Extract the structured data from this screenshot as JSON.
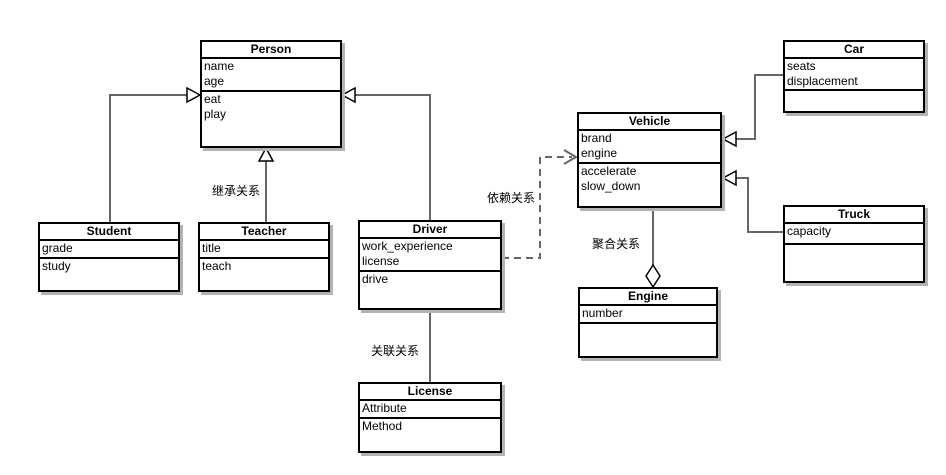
{
  "diagram": {
    "type": "uml-class-diagram",
    "colors": {
      "background": "#ffffff",
      "box_border": "#000000",
      "box_shadow": "#b3b3b3",
      "connector_line": "#666666"
    },
    "classes": {
      "person": {
        "name": "Person",
        "attributes": [
          "name",
          "age"
        ],
        "methods": [
          "eat",
          "play"
        ]
      },
      "student": {
        "name": "Student",
        "attributes": [
          "grade"
        ],
        "methods": [
          "study"
        ]
      },
      "teacher": {
        "name": "Teacher",
        "attributes": [
          "title"
        ],
        "methods": [
          "teach"
        ]
      },
      "driver": {
        "name": "Driver",
        "attributes": [
          "work_experience",
          "license"
        ],
        "methods": [
          "drive"
        ]
      },
      "license": {
        "name": "License",
        "attributes": [
          "Attribute"
        ],
        "methods": [
          "Method"
        ]
      },
      "vehicle": {
        "name": "Vehicle",
        "attributes": [
          "brand",
          "engine"
        ],
        "methods": [
          "accelerate",
          "slow_down"
        ]
      },
      "engine": {
        "name": "Engine",
        "attributes": [
          "number"
        ],
        "methods": []
      },
      "car": {
        "name": "Car",
        "attributes": [
          "seats",
          "displacement"
        ],
        "methods": []
      },
      "truck": {
        "name": "Truck",
        "attributes": [
          "capacity"
        ],
        "methods": []
      }
    },
    "relationship_labels": {
      "inheritance": "继承关系",
      "dependency": "依赖关系",
      "aggregation": "聚合关系",
      "association": "关联关系"
    },
    "relationships": [
      {
        "from": "Student",
        "to": "Person",
        "kind": "inheritance"
      },
      {
        "from": "Teacher",
        "to": "Person",
        "kind": "inheritance"
      },
      {
        "from": "Driver",
        "to": "Person",
        "kind": "inheritance"
      },
      {
        "from": "Car",
        "to": "Vehicle",
        "kind": "inheritance"
      },
      {
        "from": "Truck",
        "to": "Vehicle",
        "kind": "inheritance"
      },
      {
        "from": "Driver",
        "to": "Vehicle",
        "kind": "dependency"
      },
      {
        "from": "Vehicle",
        "to": "Engine",
        "kind": "aggregation"
      },
      {
        "from": "Driver",
        "to": "License",
        "kind": "association"
      }
    ]
  }
}
